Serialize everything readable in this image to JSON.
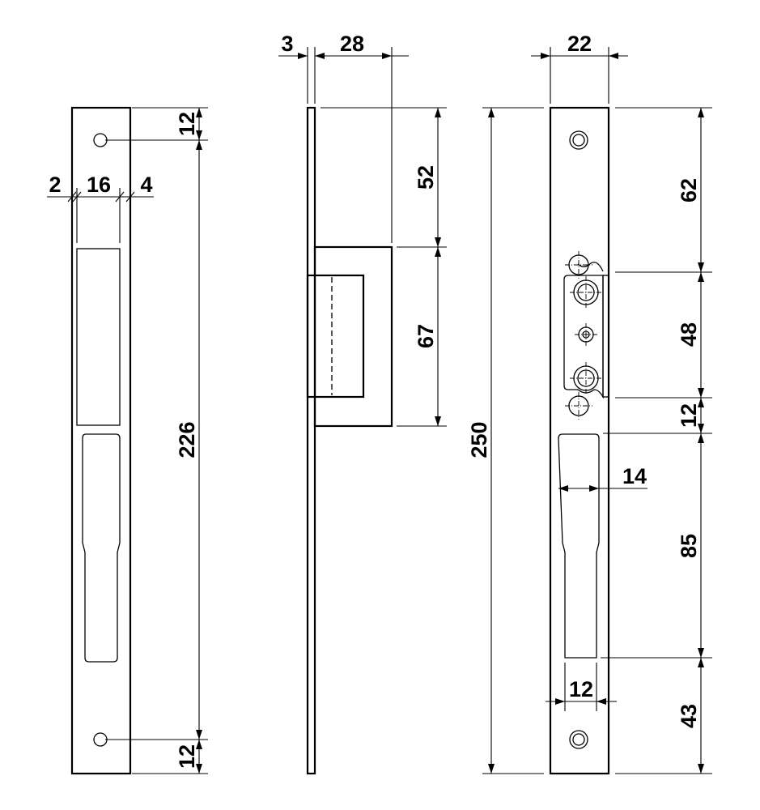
{
  "dimensions": {
    "front_top_hole": "12",
    "front_left_margin": "2",
    "front_slot_width": "16",
    "front_right_margin": "4",
    "front_hole_spacing": "226",
    "front_bottom_hole": "12",
    "side_plate_thickness": "3",
    "side_body_depth": "28",
    "side_top_offset": "52",
    "side_body_height": "67",
    "back_width": "22",
    "back_overall_height": "250",
    "back_top_section": "62",
    "back_mechanism_height": "48",
    "back_gap": "12",
    "back_slot_width": "14",
    "back_slot_length": "85",
    "back_bottom_slot_width": "12",
    "back_bottom_section": "43"
  }
}
